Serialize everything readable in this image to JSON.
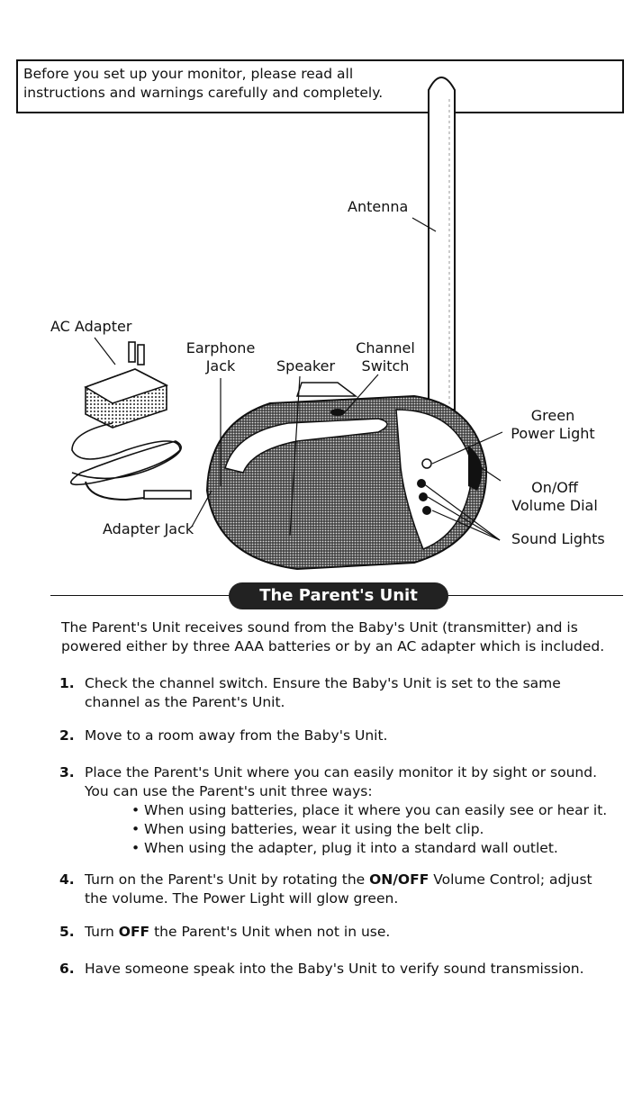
{
  "warning": {
    "line1": "Before you set up your monitor, please read all",
    "line2": "instructions and warnings carefully and completely."
  },
  "figure": {
    "antenna": "Antenna",
    "ac_adapter": "AC Adapter",
    "earphone_1": "Earphone",
    "earphone_2": "Jack",
    "speaker": "Speaker",
    "channel_1": "Channel",
    "channel_2": "Switch",
    "green_1": "Green",
    "green_2": "Power Light",
    "onoff_1": "On/Off",
    "onoff_2": "Volume Dial",
    "adapter_jack": "Adapter Jack",
    "sound_lights": "Sound Lights"
  },
  "section_title": "The Parent's Unit",
  "intro": {
    "line1": "The Parent's Unit receives sound from the Baby's Unit (transmitter) and is",
    "line2": "powered either by three AAA batteries or by an AC adapter which is included."
  },
  "steps": {
    "s1": {
      "num": "1.",
      "line1": "Check the channel switch.  Ensure the Baby's Unit is set to the same",
      "line2": "channel as the Parent's Unit."
    },
    "s2": {
      "num": "2.",
      "line1": "Move to a room away from the Baby's Unit."
    },
    "s3": {
      "num": "3.",
      "line1": "Place the Parent's Unit where you can easily monitor it by sight or sound.",
      "line2": "You can use the Parent's unit three ways:",
      "b1": "When using batteries, place it where you can easily see or hear it.",
      "b2": "When using batteries, wear it using the belt clip.",
      "b3": "When using the adapter, plug it into a standard wall outlet."
    },
    "s4": {
      "num": "4.",
      "pre": "Turn on the Parent's Unit by rotating the ",
      "bold": "ON/OFF",
      "post": " Volume Control; adjust",
      "line2": "the volume.  The Power Light will glow green."
    },
    "s5": {
      "num": "5.",
      "pre": "Turn ",
      "bold": "OFF",
      "post": " the Parent's Unit when not in use."
    },
    "s6": {
      "num": "6.",
      "line1": "Have someone speak into the Baby's Unit to verify sound transmission."
    }
  },
  "bullet_char": "•"
}
